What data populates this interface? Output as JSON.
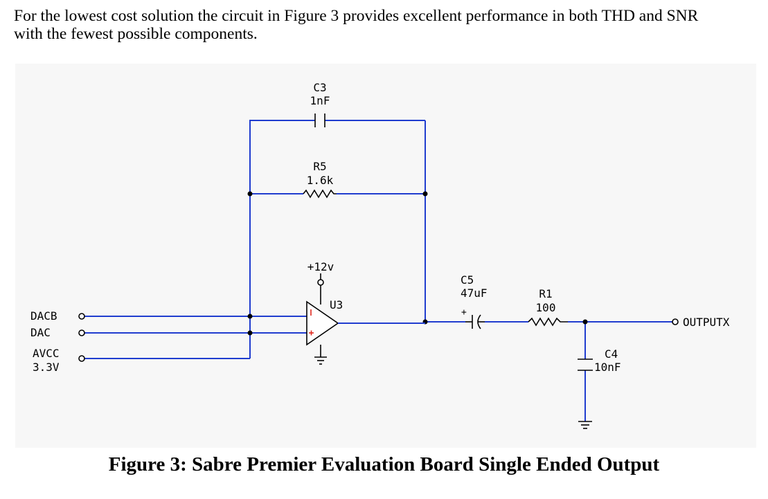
{
  "intro": {
    "line1": "For the lowest cost solution the circuit in Figure 3 provides excellent performance in both THD and SNR",
    "line2": "with the fewest possible components."
  },
  "schematic": {
    "wire_color": "#1f3ccf",
    "component_color": "#e0281e",
    "c3": {
      "ref": "C3",
      "value": "1nF"
    },
    "r5": {
      "ref": "R5",
      "value": "1.6k"
    },
    "supply": "+12v",
    "u3": {
      "ref": "U3"
    },
    "c5": {
      "ref": "C5",
      "value": "47uF",
      "polarity": "+"
    },
    "r1": {
      "ref": "R1",
      "value": "100"
    },
    "c4": {
      "ref": "C4",
      "value": "10nF"
    },
    "ports": {
      "dacb": "DACB",
      "dac": "DAC",
      "avcc_line1": "AVCC",
      "avcc_line2": "3.3V",
      "output": "OUTPUTX"
    }
  },
  "caption": "Figure 3: Sabre Premier Evaluation Board Single Ended Output"
}
